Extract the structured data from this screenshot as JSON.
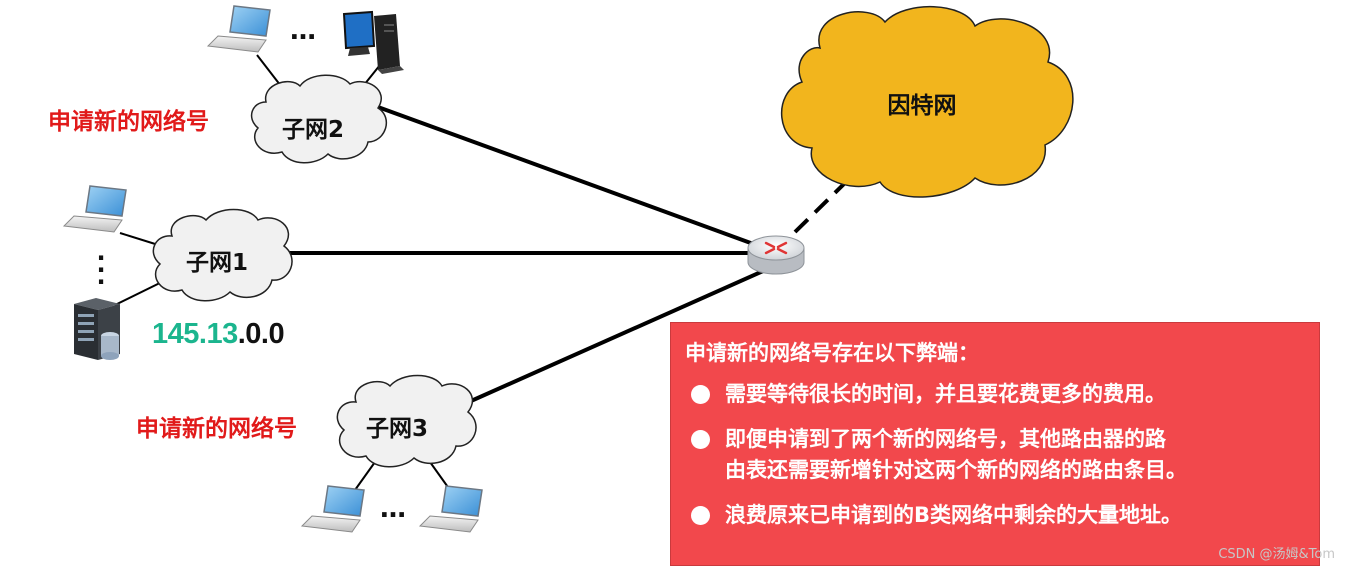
{
  "internet": {
    "label": "因特网"
  },
  "subnets": {
    "subnet1": {
      "label": "子网1"
    },
    "subnet2": {
      "label": "子网2"
    },
    "subnet3": {
      "label": "子网3"
    }
  },
  "annotations": {
    "new_net_subnet2": "申请新的网络号",
    "new_net_subnet3": "申请新的网络号",
    "network_address": {
      "part1": "145.",
      "part2": "13",
      "part3": ".0.0"
    }
  },
  "ellipsis": {
    "top": "…",
    "bottom": "…",
    "vertical": [
      "·",
      "·",
      "·"
    ]
  },
  "info_box": {
    "title": "申请新的网络号存在以下弊端：",
    "items": [
      {
        "lines": [
          "需要等待很长的时间，并且要花费更多的费用。"
        ]
      },
      {
        "lines": [
          "即便申请到了两个新的网络号，其他路由器的路",
          "由表还需要新增针对这两个新的网络的路由条目。"
        ]
      },
      {
        "lines": [
          "浪费原来已申请到的B类网络中剩余的大量地址。"
        ]
      }
    ]
  },
  "watermark": "CSDN @汤姆&Tom",
  "colors": {
    "cloud_internet": "#f2b51d",
    "cloud_subnet": "#f1f1f1",
    "info_box_bg": "#f2484c",
    "address_accent": "#1bb58e",
    "annotation_red": "#e11a1a"
  }
}
